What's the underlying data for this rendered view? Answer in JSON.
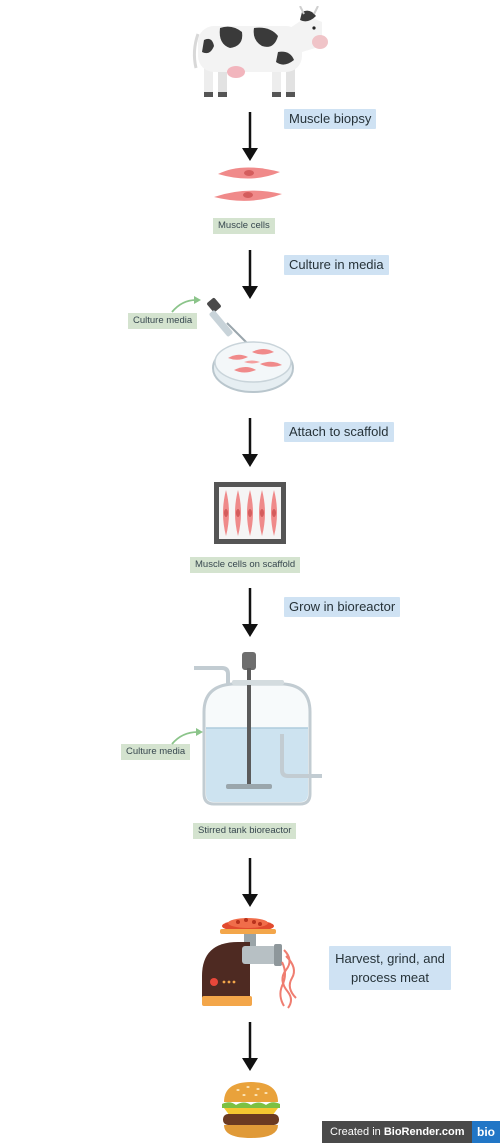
{
  "steps": {
    "biopsy": "Muscle biopsy",
    "culture": "Culture in media",
    "attach": "Attach to scaffold",
    "grow": "Grow in bioreactor",
    "harvest": "Harvest, grind, and process meat"
  },
  "tags": {
    "muscle_cells": "Muscle cells",
    "culture_media_1": "Culture media",
    "cells_on_scaffold": "Muscle cells on scaffold",
    "culture_media_2": "Culture media",
    "bioreactor": "Stirred tank bioreactor"
  },
  "footer": {
    "prefix": "Created in",
    "brand": "BioRender.com",
    "logo": "bio"
  },
  "icons": [
    "cow-icon",
    "muscle-cells-icon",
    "petri-dish-icon",
    "dropper-icon",
    "scaffold-icon",
    "bioreactor-icon",
    "meat-grinder-icon",
    "burger-icon"
  ],
  "colors": {
    "step_label_bg": "#cfe2f3",
    "tag_bg": "#d4e3cf",
    "muscle": "#ef8a8a",
    "arrow": "#111111",
    "media_arrow": "#8bc48a"
  }
}
